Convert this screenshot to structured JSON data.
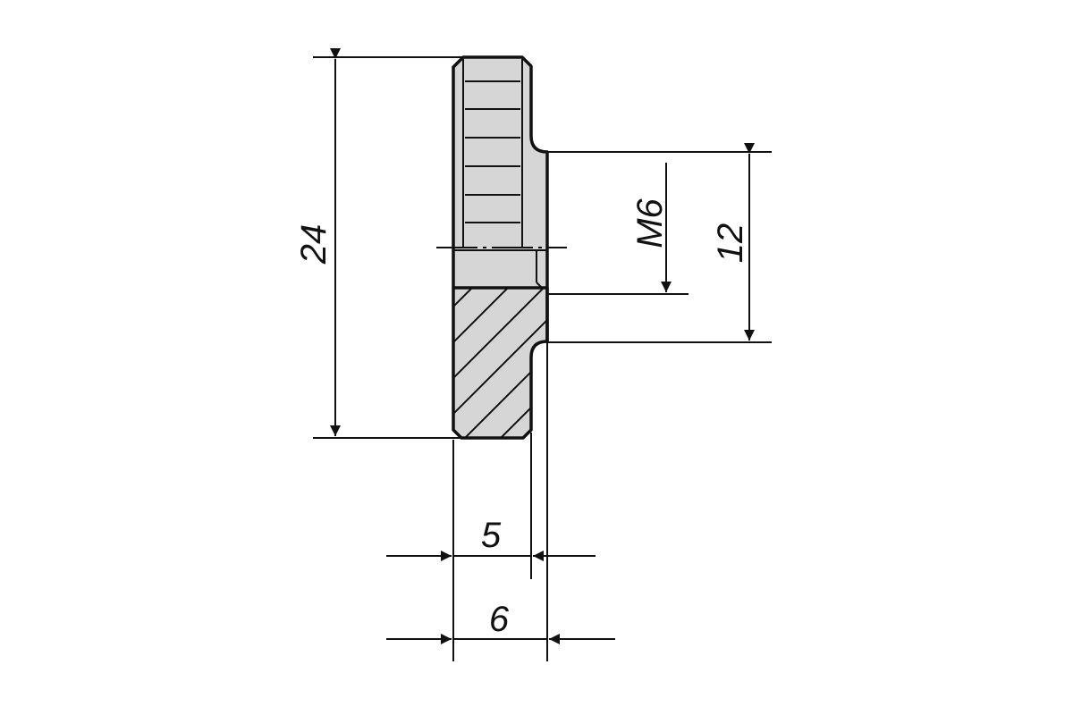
{
  "dimensions": {
    "overall_height": "24",
    "thread": "M6",
    "hub_diameter": "12",
    "head_width": "5",
    "total_width": "6"
  },
  "colors": {
    "line": "#111111",
    "fill": "#d6d6d6",
    "background": "#ffffff"
  }
}
